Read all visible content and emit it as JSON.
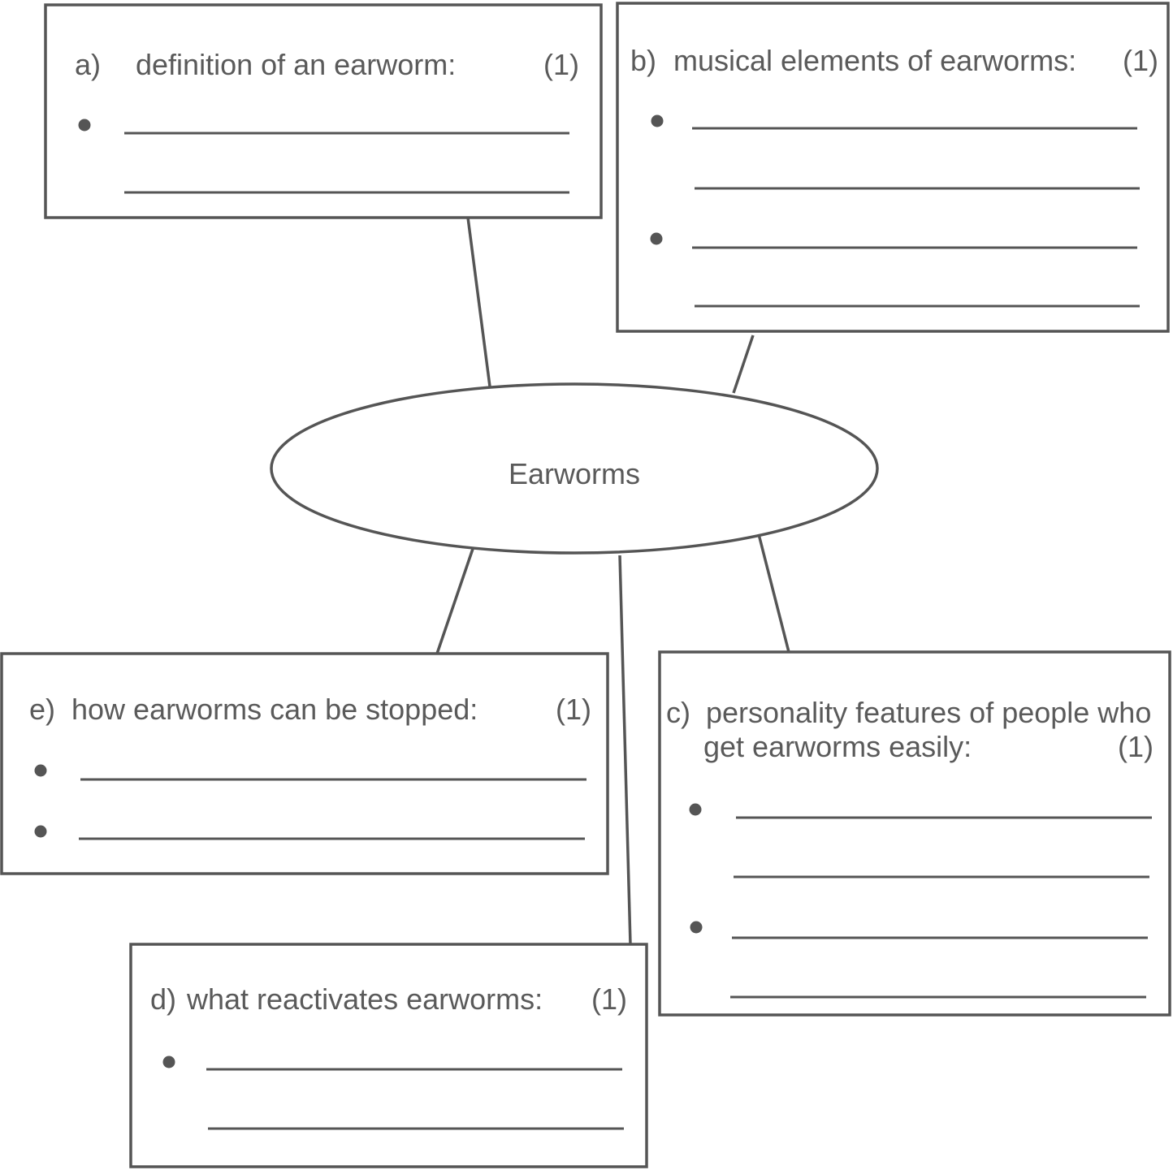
{
  "center": {
    "label": "Earworms"
  },
  "boxes": {
    "a": {
      "letter": "a)",
      "label": "definition of an earworm:",
      "marks": "(1)"
    },
    "b": {
      "letter": "b)",
      "label": "musical elements of earworms:",
      "marks": "(1)"
    },
    "c": {
      "letter": "c)",
      "label_line1": "personality features of people who",
      "label_line2": "get earworms easily:",
      "marks": "(1)"
    },
    "d": {
      "letter": "d)",
      "label": "what reactivates earworms:",
      "marks": "(1)"
    },
    "e": {
      "letter": "e)",
      "label": "how earworms can be stopped:",
      "marks": "(1)"
    }
  }
}
